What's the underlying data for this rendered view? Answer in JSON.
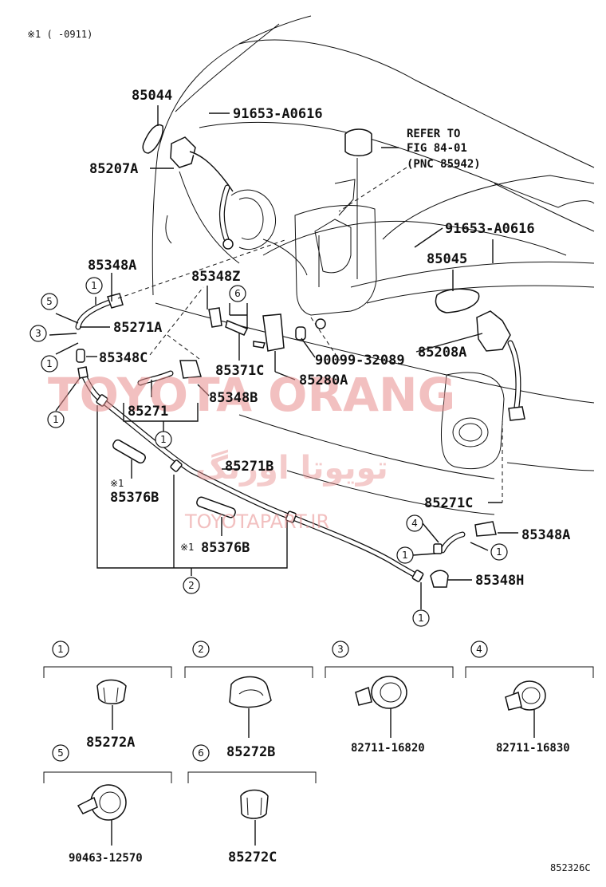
{
  "header_note": "※1 (    -0911)",
  "figure_code": "852326C",
  "watermark": {
    "brand": "TOYOTA ORANG",
    "persian": "تویوتا اورنگ",
    "url": "TOYOTAPART.IR"
  },
  "refer": {
    "line1": "REFER TO",
    "line2": "FIG 84-01",
    "line3": "(PNC 85942)"
  },
  "labels": {
    "p85044": "85044",
    "p91653_top": "91653-A0616",
    "p85207A": "85207A",
    "p91653_right": "91653-A0616",
    "p85045": "85045",
    "p85348A_left": "85348A",
    "p85348Z": "85348Z",
    "p85271A": "85271A",
    "p85348C": "85348C",
    "p85371C": "85371C",
    "p85280A": "85280A",
    "p90099": "90099-32089",
    "p85208A": "85208A",
    "p85271": "85271",
    "p85348B": "85348B",
    "p85271B": "85271B",
    "p85376B_a": "85376B",
    "p85376B_b": "85376B",
    "note_a": "※1",
    "note_b": "※1",
    "p85271C": "85271C",
    "p85348A_right": "85348A",
    "p85348H": "85348H"
  },
  "callouts": {
    "c1": "1",
    "c2": "2",
    "c3": "3",
    "c4": "4",
    "c5": "5",
    "c6": "6"
  },
  "legend": [
    {
      "key": "1",
      "part": "85272A"
    },
    {
      "key": "2",
      "part": "85272B"
    },
    {
      "key": "3",
      "part": "82711-16820"
    },
    {
      "key": "4",
      "part": "82711-16830"
    },
    {
      "key": "5",
      "part": "90463-12570"
    },
    {
      "key": "6",
      "part": "85272C"
    }
  ]
}
